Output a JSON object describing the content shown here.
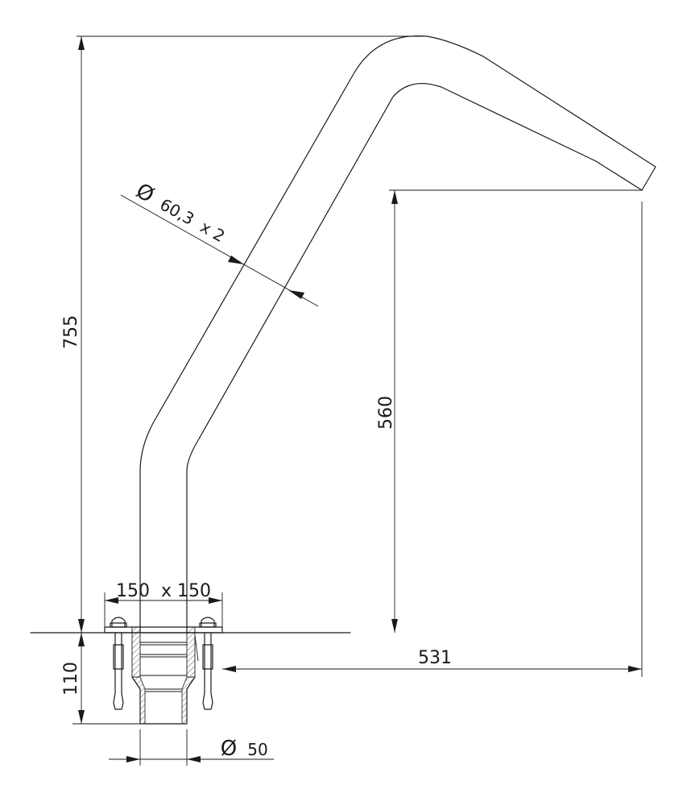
{
  "dimensions": {
    "total_height": "755",
    "spout_height": "560",
    "projection": "531",
    "embed_depth": "110",
    "plate_size": "150  x 150",
    "tube_diameter_symbol": "Ø",
    "tube_diameter": "60,3  x 2",
    "sleeve_diameter_symbol": "Ø",
    "sleeve_diameter": "50"
  }
}
